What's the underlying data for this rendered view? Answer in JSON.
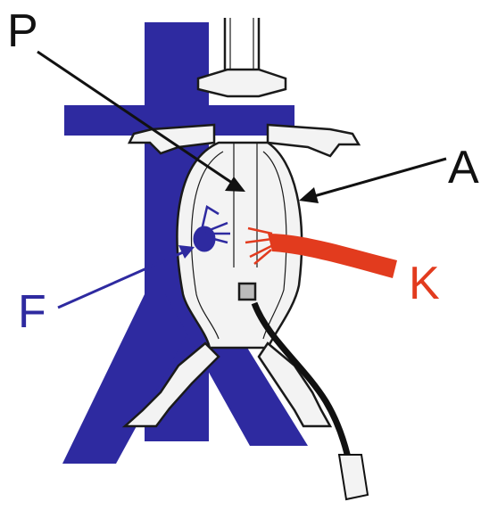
{
  "labels": {
    "p": "P",
    "a": "A",
    "f": "F",
    "k": "K"
  },
  "colors": {
    "blue": "#2e2aa0",
    "red": "#e23b1e",
    "outline": "#1a1a1a",
    "background": "#ffffff",
    "fill": "#f3f3f3"
  }
}
